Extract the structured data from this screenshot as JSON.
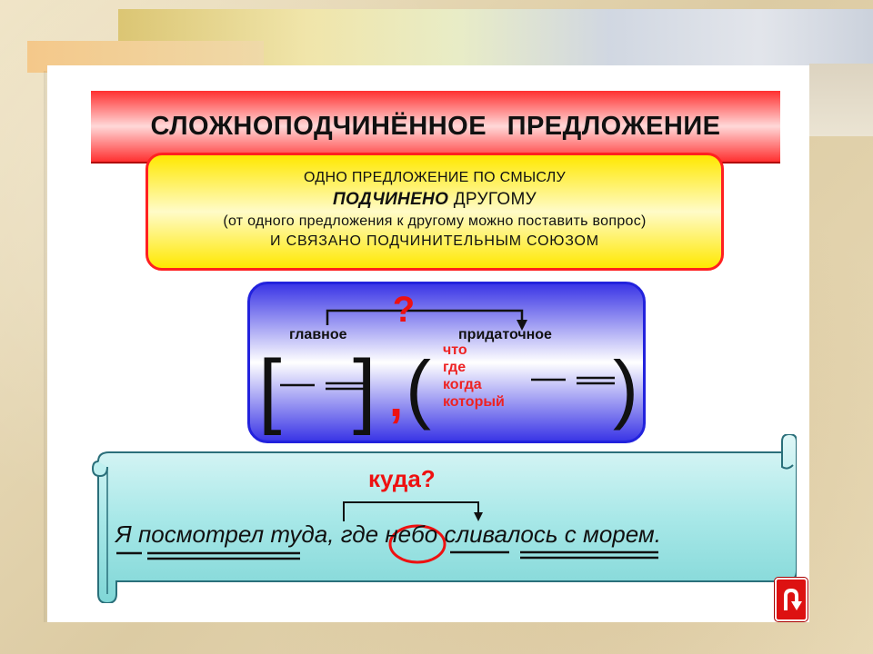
{
  "title": "СЛОЖНОПОДЧИНЁННОЕ ПРЕДЛОЖЕНИЕ",
  "definition": {
    "line1": "ОДНО ПРЕДЛОЖЕНИЕ ПО СМЫСЛУ",
    "line2_bold": "ПОДЧИНЕНО",
    "line2_rest": "ДРУГОМУ",
    "line3": "(от одного предложения к другому можно поставить вопрос)",
    "line4": "И СВЯЗАНО ПОДЧИНИТЕЛЬНЫМ СОЮЗОМ"
  },
  "scheme": {
    "question_mark": "?",
    "main_label": "главное",
    "sub_label": "придаточное",
    "conjunctions": [
      "что",
      "где",
      "когда",
      "который"
    ],
    "open_bracket": "[",
    "close_bracket": "]",
    "comma": ",",
    "open_paren": "(",
    "close_paren": ")"
  },
  "example": {
    "question": "куда?",
    "words": [
      "Я",
      "посмотрел",
      "туда,",
      "где",
      "небо",
      "сливалось",
      "с",
      "морем."
    ]
  },
  "colors": {
    "title_red": "#ff3030",
    "definition_yellow": "#ffe800",
    "scheme_blue": "#3b36e6",
    "scroll_cyan": "#8fe0e0",
    "accent_red": "#ee1111"
  },
  "nav": {
    "icon": "return-arrow-icon"
  }
}
